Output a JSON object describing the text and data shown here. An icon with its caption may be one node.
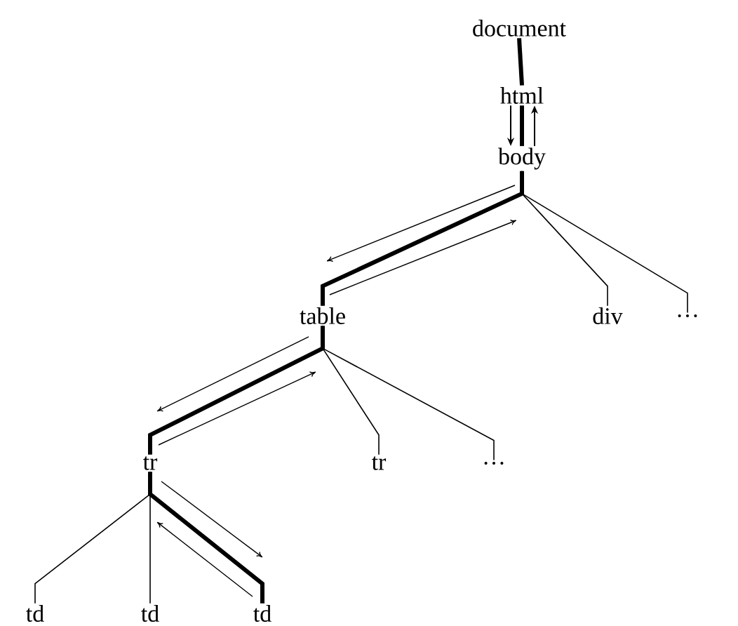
{
  "diagram": {
    "nodes": [
      {
        "text": [
          "document"
        ]
      },
      {
        "text": [
          "html"
        ]
      },
      {
        "text": [
          "body"
        ]
      },
      {
        "text": [
          "table"
        ]
      },
      {
        "text": [
          "div"
        ]
      },
      {
        "text": [
          "…"
        ]
      },
      {
        "text": [
          "tr"
        ]
      },
      {
        "text": [
          "tr"
        ]
      },
      {
        "text": [
          "…"
        ]
      },
      {
        "text": [
          "td"
        ]
      },
      {
        "text": [
          "td"
        ]
      },
      {
        "text": [
          "td"
        ]
      }
    ],
    "edges": [
      {
        "from": 0,
        "to": 1,
        "arrow": "none",
        "style": "thick"
      },
      {
        "from": 1,
        "to": 2,
        "arrow": "none",
        "style": "thick"
      },
      {
        "from": 2,
        "to": 3,
        "arrow": "none",
        "style": "thick"
      },
      {
        "from": 2,
        "to": 4,
        "arrow": "none"
      },
      {
        "from": 2,
        "to": 5,
        "arrow": "none"
      },
      {
        "from": 3,
        "to": 6,
        "arrow": "none",
        "style": "thick"
      },
      {
        "from": 3,
        "to": 7,
        "arrow": "none"
      },
      {
        "from": 3,
        "to": 8,
        "arrow": "none"
      },
      {
        "from": 6,
        "to": 9,
        "arrow": "none"
      },
      {
        "from": 6,
        "to": 10,
        "arrow": "none"
      },
      {
        "from": 6,
        "to": 11,
        "arrow": "none",
        "style": "thick"
      },
      {
        "from": 1,
        "to": 2,
        "arrow": "to"
      },
      {
        "from": 2,
        "to": 1,
        "arrow": "to"
      }
    ]
  }
}
